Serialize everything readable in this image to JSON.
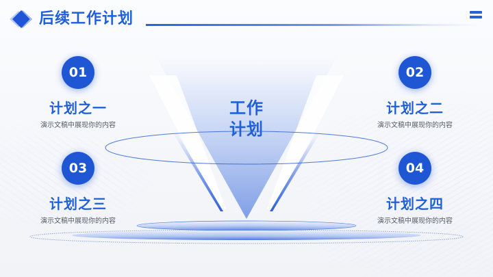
{
  "header": {
    "title": "后续工作计划",
    "logo_icon": "diamond-logo-icon",
    "menu_icon": "hamburger-menu-icon"
  },
  "center": {
    "line1": "工作",
    "line2": "计划"
  },
  "plans": [
    {
      "number": "01",
      "title": "计划之一",
      "desc": "演示文稿中展现你的内容"
    },
    {
      "number": "02",
      "title": "计划之二",
      "desc": "演示文稿中展现你的内容"
    },
    {
      "number": "03",
      "title": "计划之三",
      "desc": "演示文稿中展现你的内容"
    },
    {
      "number": "04",
      "title": "计划之四",
      "desc": "演示文稿中展现你的内容"
    }
  ],
  "colors": {
    "primary": "#1f5fd9",
    "badge": "#1f56d3",
    "text_gray": "#555b66",
    "background": "#f4f6fa"
  }
}
